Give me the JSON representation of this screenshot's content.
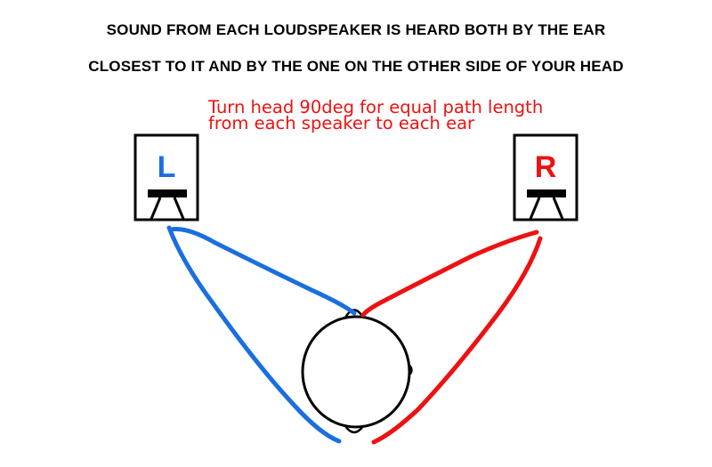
{
  "title": {
    "line1": "SOUND FROM EACH LOUDSPEAKER IS HEARD BOTH BY THE EAR",
    "line2": "CLOSEST TO IT AND BY THE ONE ON THE OTHER SIDE OF YOUR HEAD"
  },
  "note": {
    "line1": "Turn head 90deg for equal path length",
    "line2": "from each speaker to each ear"
  },
  "speakers": {
    "left": {
      "label": "L",
      "color": "#1a6fe0"
    },
    "right": {
      "label": "R",
      "color": "#ee1111"
    }
  },
  "colors": {
    "note": "#ee1111",
    "outline": "#000000",
    "left_path": "#1a6fe0",
    "right_path": "#ee1111"
  }
}
